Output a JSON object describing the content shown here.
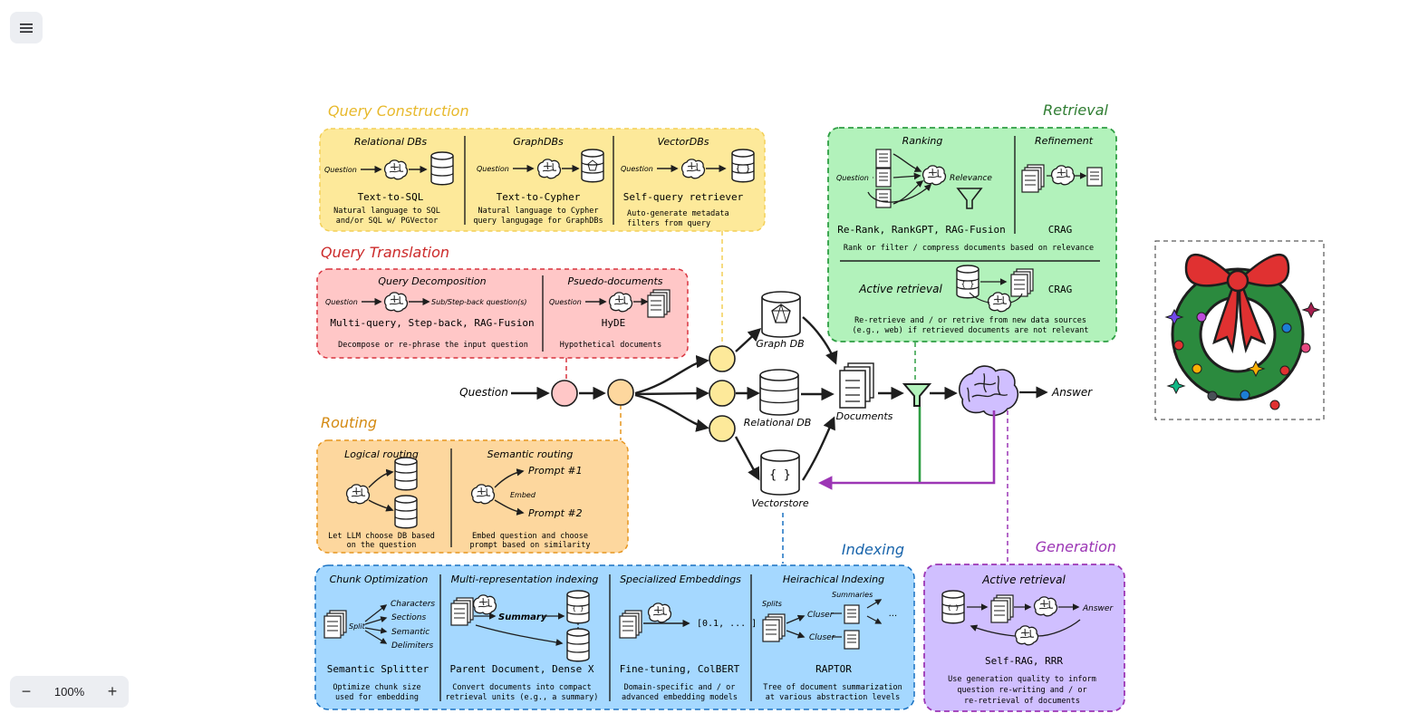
{
  "toolbar": {
    "menu_icon": "hamburger-icon",
    "zoom_out": "−",
    "zoom_level": "100%",
    "zoom_in": "+"
  },
  "colors": {
    "yellow": "#fde99a",
    "yellow_border": "#f3cf57",
    "yellow_title": "#e8b92c",
    "red": "#ffc7c7",
    "red_border": "#d9333f",
    "red_title": "#cc2a2a",
    "orange": "#fdd79e",
    "orange_border": "#e6951f",
    "orange_title": "#d48a12",
    "green": "#b2f2bb",
    "green_border": "#2f9e44",
    "green_title": "#2f7d32",
    "blue": "#a5d8ff",
    "blue_border": "#1971c2",
    "blue_title": "#1864ab",
    "purple": "#d0bfff",
    "purple_border": "#9c36b5",
    "purple_title": "#9c36b5"
  },
  "query_construction": {
    "title": "Query Construction",
    "relational": {
      "header": "Relational DBs",
      "question": "Question",
      "name": "Text-to-SQL",
      "desc1": "Natural language to SQL",
      "desc2": "and/or SQL w/ PGVector"
    },
    "graph": {
      "header": "GraphDBs",
      "question": "Question",
      "name": "Text-to-Cypher",
      "desc1": "Natural language to Cypher",
      "desc2": "query langugage for GraphDBs"
    },
    "vector": {
      "header": "VectorDBs",
      "question": "Question",
      "name": "Self-query retriever",
      "desc1": "Auto-generate metadata",
      "desc2": "filters from query"
    }
  },
  "query_translation": {
    "title": "Query Translation",
    "decomposition": {
      "header": "Query Decomposition",
      "question": "Question",
      "output": "Sub/Step-back question(s)",
      "name": "Multi-query, Step-back, RAG-Fusion",
      "desc": "Decompose or re-phrase the input question"
    },
    "pseudo": {
      "header": "Psuedo-documents",
      "question": "Question",
      "name": "HyDE",
      "desc": "Hypothetical documents"
    }
  },
  "routing": {
    "title": "Routing",
    "logical": {
      "header": "Logical routing",
      "desc1": "Let LLM choose DB based",
      "desc2": "on the question"
    },
    "semantic": {
      "header": "Semantic routing",
      "prompt1": "Prompt #1",
      "embed": "Embed",
      "prompt2": "Prompt #2",
      "desc1": "Embed question and choose",
      "desc2": "prompt based on similarity"
    }
  },
  "retrieval": {
    "title": "Retrieval",
    "ranking": {
      "header": "Ranking",
      "question": "Question",
      "relevance": "Relevance",
      "name": "Re-Rank, RankGPT, RAG-Fusion"
    },
    "refinement": {
      "header": "Refinement",
      "name": "CRAG"
    },
    "rank_desc": "Rank or filter / compress documents based on relevance",
    "active": {
      "header": "Active retrieval",
      "name": "CRAG",
      "desc1": "Re-retrieve and / or retrive from new data sources",
      "desc2": "(e.g., web) if retrieved documents are not relevant"
    }
  },
  "center": {
    "question": "Question",
    "graph_db": "Graph DB",
    "relational_db": "Relational DB",
    "vectorstore": "Vectorstore",
    "documents": "Documents",
    "answer": "Answer"
  },
  "indexing": {
    "title": "Indexing",
    "chunk": {
      "header": "Chunk Optimization",
      "split": "Split",
      "c1": "Characters",
      "c2": "Sections",
      "c3": "Semantic",
      "c4": "Delimiters",
      "name": "Semantic Splitter",
      "desc1": "Optimize chunk size",
      "desc2": "used for embedding"
    },
    "multi": {
      "header": "Multi-representation indexing",
      "summary": "Summary",
      "name": "Parent Document, Dense X",
      "desc1": "Convert documents into compact",
      "desc2": "retrieval units (e.g., a summary)"
    },
    "embeddings": {
      "header": "Specialized Embeddings",
      "vector": "[0.1, ... ]",
      "name": "Fine-tuning, ColBERT",
      "desc1": "Domain-specific and / or",
      "desc2": "advanced embedding models"
    },
    "hier": {
      "header": "Heirachical Indexing",
      "summaries": "Summaries",
      "splits": "Splits",
      "cluster1": "Cluser",
      "cluster2": "Cluser",
      "dots": "...",
      "name": "RAPTOR",
      "desc1": "Tree of document summarization",
      "desc2": "at various abstraction levels"
    }
  },
  "generation": {
    "title": "Generation",
    "header": "Active retrieval",
    "answer": "Answer",
    "name": "Self-RAG, RRR",
    "desc1": "Use generation quality to inform",
    "desc2": "question re-writing and / or",
    "desc3": "re-retrieval of documents"
  },
  "icons": [
    "hamburger-icon",
    "brain-icon",
    "database-icon",
    "graph-db-icon",
    "vector-db-icon",
    "document-icon",
    "filter-icon",
    "wreath-icon"
  ]
}
